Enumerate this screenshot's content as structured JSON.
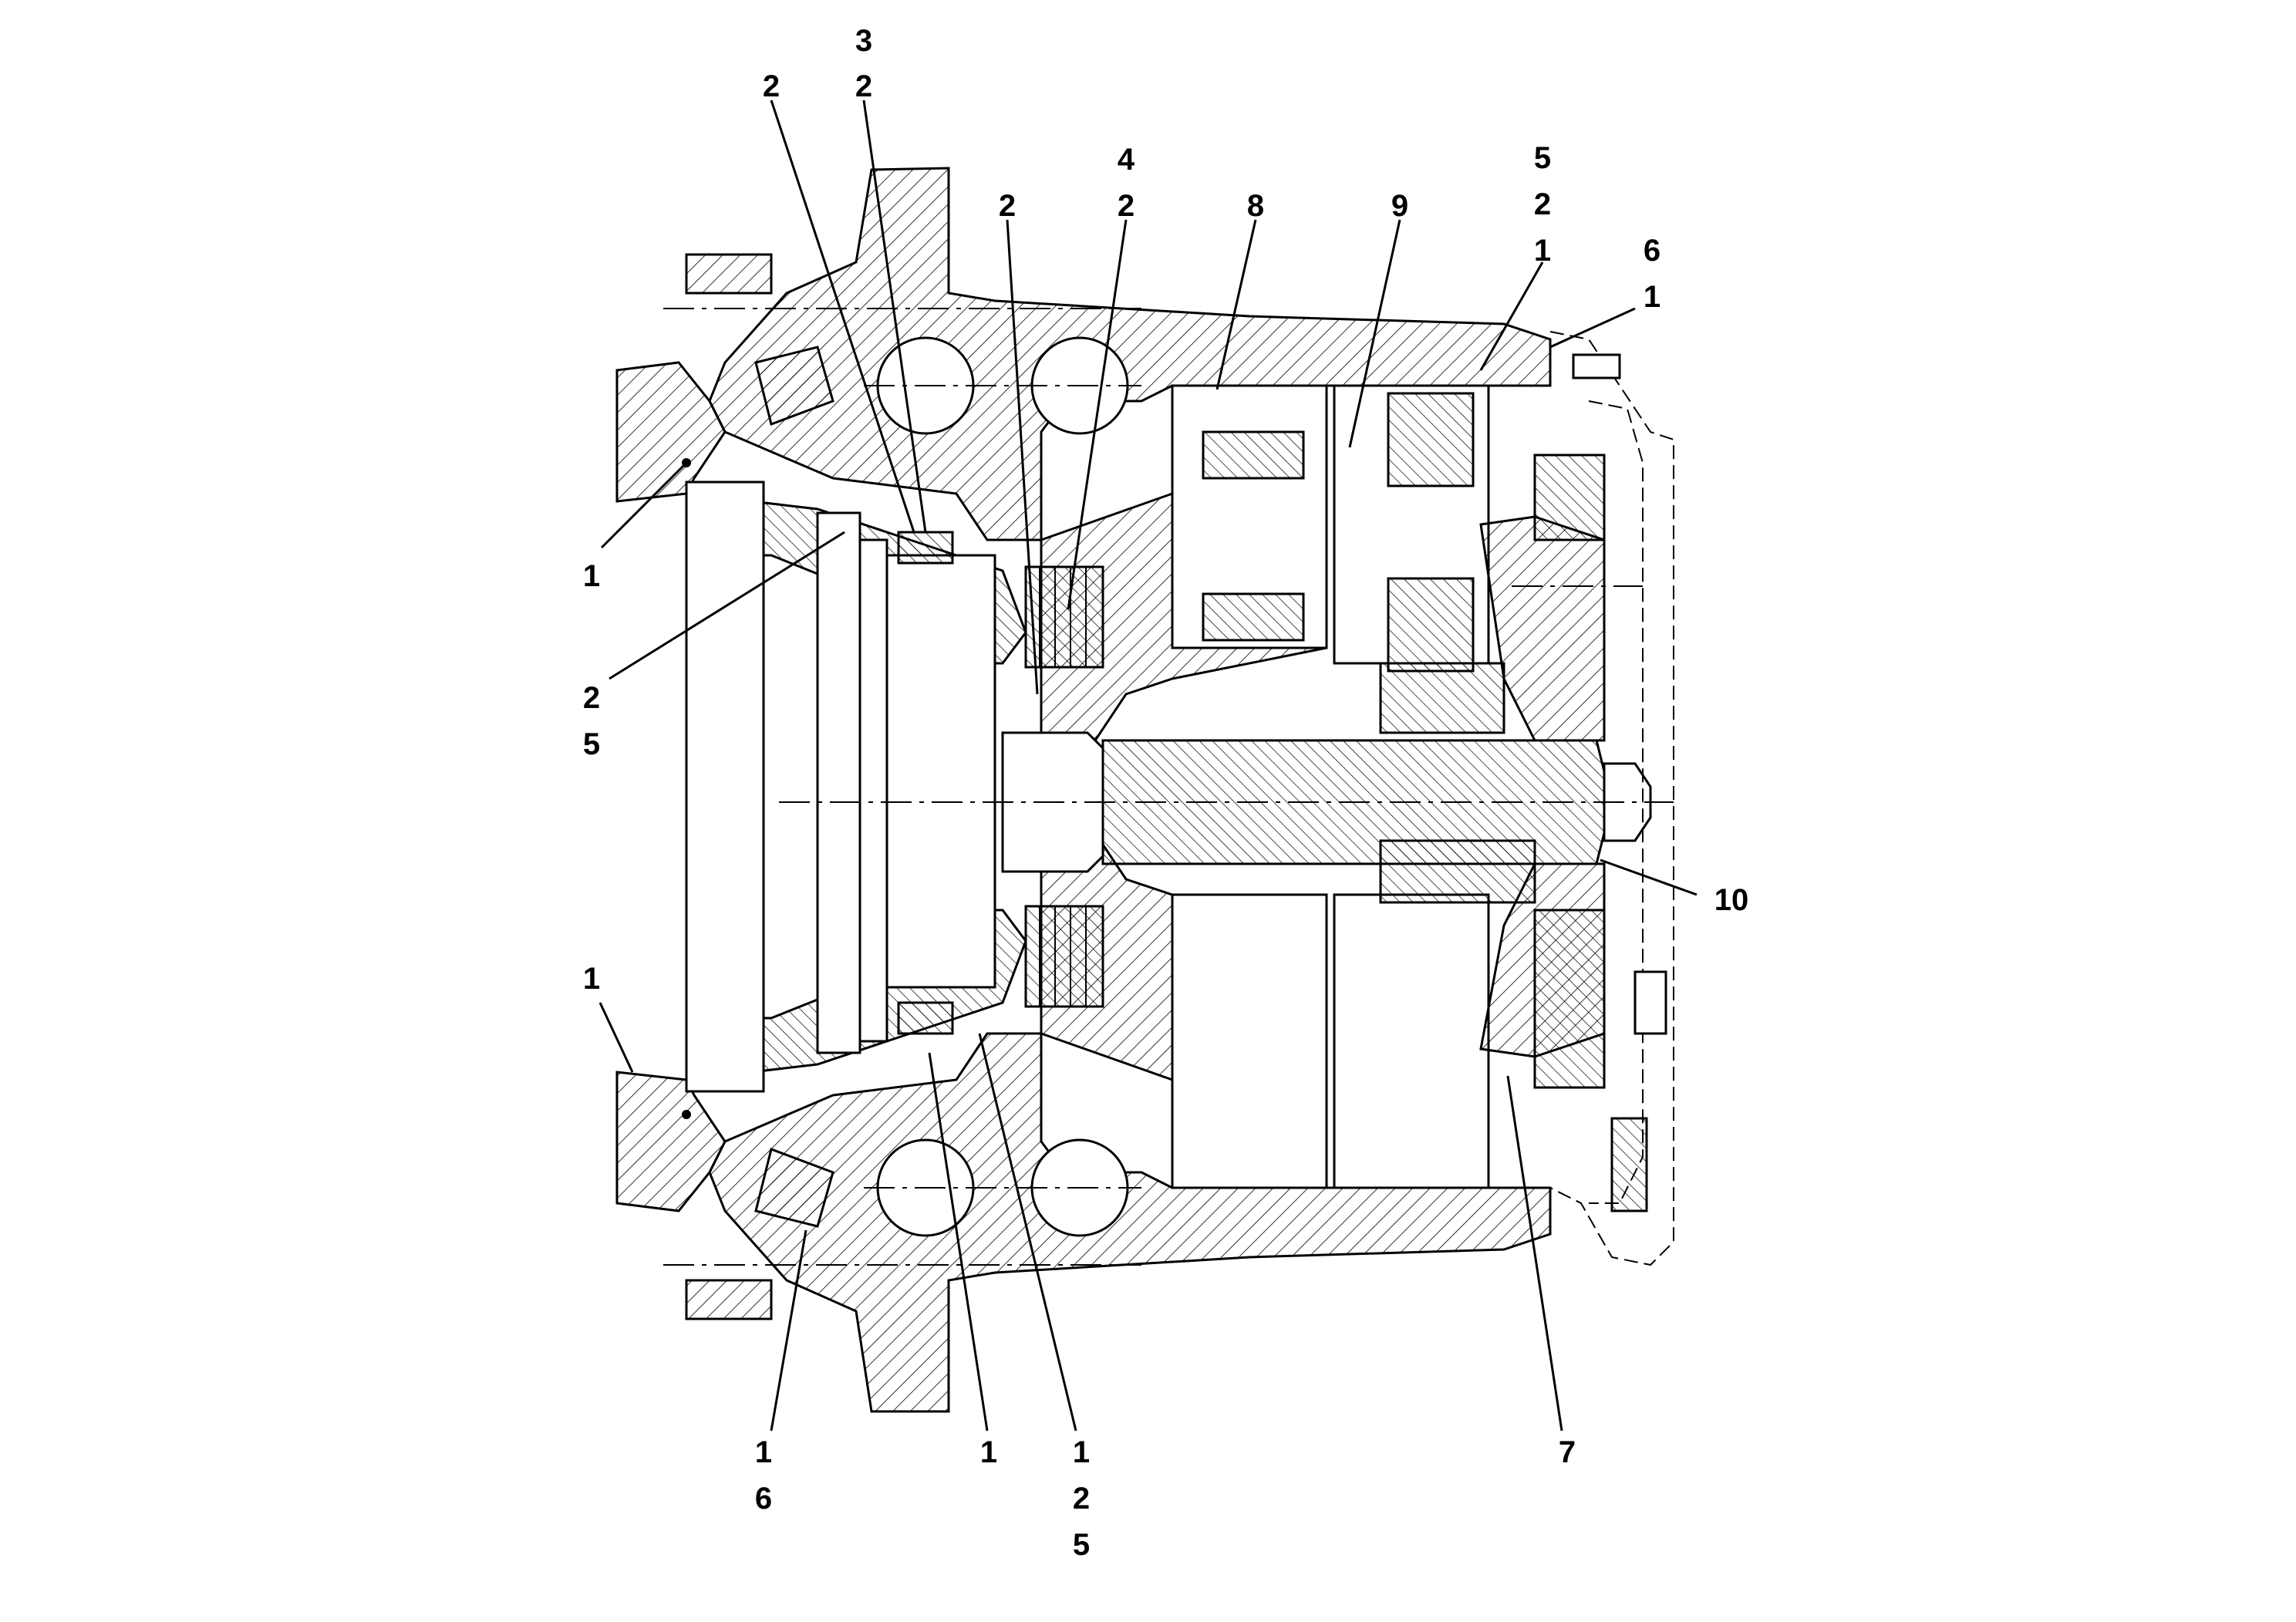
{
  "callouts": {
    "upper_left_1": "2",
    "upper_mid_top": "3",
    "upper_mid_bottom": "2",
    "upper_a": "2",
    "upper_b_top": "4",
    "upper_b_bottom": "2",
    "upper_c": "8",
    "upper_d": "9",
    "upper_right_top": "5",
    "upper_right_mid": "2",
    "upper_right_bottom": "1",
    "upper_far_top": "6",
    "upper_far_bottom": "1",
    "left_upper": "1",
    "left_mid_top": "2",
    "left_mid_bottom": "5",
    "left_lower": "1",
    "right_mid": "10",
    "bottom_a_top": "1",
    "bottom_a_bottom": "6",
    "bottom_b": "1",
    "bottom_c_top": "1",
    "bottom_c_mid": "2",
    "bottom_c_bottom": "5",
    "bottom_d": "7"
  },
  "colors": {
    "line": "#000000",
    "background": "#ffffff"
  }
}
